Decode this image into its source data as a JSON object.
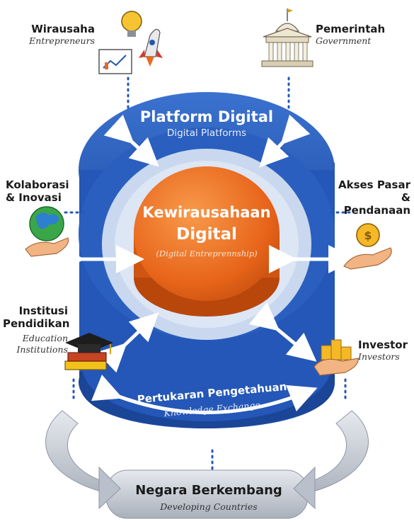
{
  "center": {
    "title_line1": "Kewirausahaan",
    "title_line2": "Digital",
    "subtitle": "(Digital Entreprennship)"
  },
  "platform": {
    "title": "Platform Digital",
    "subtitle": "Digital Platforms"
  },
  "exchange": {
    "title": "Pertukaran Pengetahuan",
    "subtitle": "Knowledge Exchange"
  },
  "base": {
    "title": "Negara Berkembang",
    "subtitle": "Developing Countries"
  },
  "stakeholders": {
    "entrepreneurs": {
      "title": "Wirausaha",
      "subtitle": "Entrepreneurs",
      "icon": "lightbulb-rocket-icon"
    },
    "government": {
      "title": "Pemerintah",
      "subtitle": "Government",
      "icon": "government-building-icon"
    },
    "collaboration": {
      "title_line1": "Kolaborasi",
      "title_line2": "& Inovasi",
      "icon": "globe-hand-icon"
    },
    "market": {
      "title_line1": "Akses Pasar &",
      "title_line2": "Pendanaan",
      "icon": "coin-hand-icon"
    },
    "education": {
      "title_line1": "Institusi",
      "title_line2": "Pendidikan",
      "subtitle_line1": "Education",
      "subtitle_line2": "Institutions",
      "icon": "graduation-cap-books-icon"
    },
    "investor": {
      "title": "Investor",
      "subtitle": "Investors",
      "icon": "coins-hand-icon"
    }
  },
  "colors": {
    "outer_blue": "#2457b7",
    "inner_light": "#c9d8ee",
    "center_orange": "#ea6a1c",
    "ring_gray": "#c7cdd6"
  }
}
